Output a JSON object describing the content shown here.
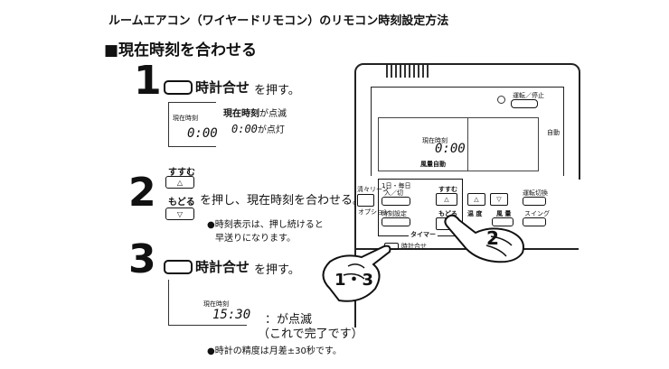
{
  "title": "ルームエアコン（ワイヤードリモコン）のリモコン時刻設定方法",
  "section": "■現在時刻を合わせる",
  "steps": [
    {
      "num": "1",
      "button": "時計合せ",
      "action": "を押す。",
      "lcd_tag": "現在時刻",
      "lcd_time": "0:00",
      "note1_a": "現在時刻",
      "note1_b": "が点滅",
      "note2_a": "0:00",
      "note2_b": "が点灯"
    },
    {
      "num": "2",
      "up_label": "すすむ",
      "down_label": "もどる",
      "action": "を押し、現在時刻を合わせる。",
      "bullet1": "●時刻表示は、押し続けると",
      "bullet2": "早送りになります。"
    },
    {
      "num": "3",
      "button": "時計合せ",
      "action": "を押す。",
      "lcd_tag": "現在時刻",
      "lcd_time": "15:30",
      "note1": "：が点滅",
      "note2": "（これで完了です）",
      "bullet": "●時計の精度は月差±30秒です。"
    }
  ],
  "remote": {
    "run_stop": "運転／停止",
    "auto": "自動",
    "lcd_tag": "現在時刻",
    "lcd_time": "0:00",
    "fan_auto": "風量自動",
    "clean": "清々リーン",
    "option": "オプション",
    "day": "1日・毎日",
    "onoff": "入／切",
    "forward": "すすむ",
    "back": "もどる",
    "timeset": "時刻設定",
    "temp": "温 度",
    "fan": "風 量",
    "swing": "スイング",
    "mode": "運転切換",
    "timer": "タイマー",
    "clock": "時計合せ",
    "callout_a": "2",
    "callout_b": "1・3"
  }
}
